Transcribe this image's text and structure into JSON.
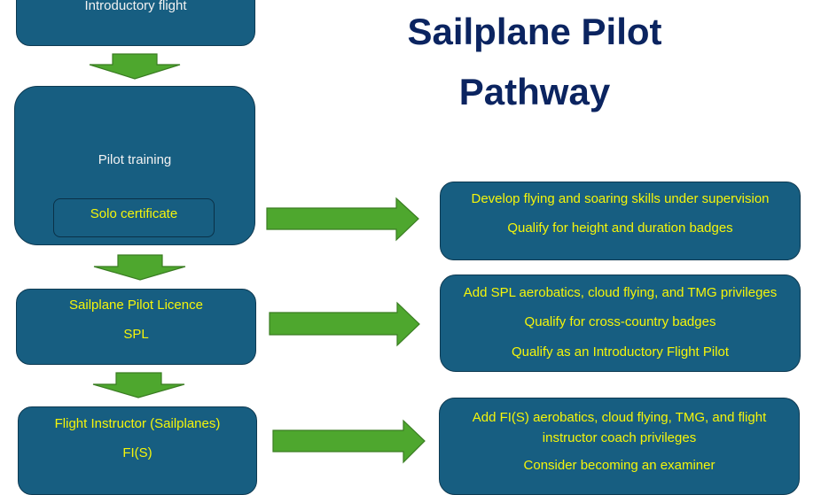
{
  "title": {
    "line1": "Sailplane Pilot",
    "line2": "Pathway"
  },
  "colors": {
    "box_fill": "#175e81",
    "arrow_fill": "#4ea72e",
    "title": "#0b2460",
    "highlight_text": "#f5f50a"
  },
  "stages": [
    {
      "label": "Introductory flight"
    },
    {
      "label": "Pilot training",
      "sub_label": "Solo certificate"
    },
    {
      "label": "Sailplane Pilot Licence",
      "abbr": "SPL"
    },
    {
      "label": "Flight Instructor (Sailplanes)",
      "abbr": "FI(S)"
    }
  ],
  "outcomes": [
    {
      "lines": [
        "Develop flying and soaring skills under supervision",
        "Qualify for height and duration badges"
      ]
    },
    {
      "lines": [
        "Add SPL aerobatics, cloud flying, and TMG privileges",
        "Qualify for cross-country badges",
        "Qualify as an Introductory Flight Pilot"
      ]
    },
    {
      "lines": [
        "Add FI(S) aerobatics, cloud flying, TMG, and flight instructor coach privileges",
        "Consider becoming an examiner"
      ]
    }
  ]
}
